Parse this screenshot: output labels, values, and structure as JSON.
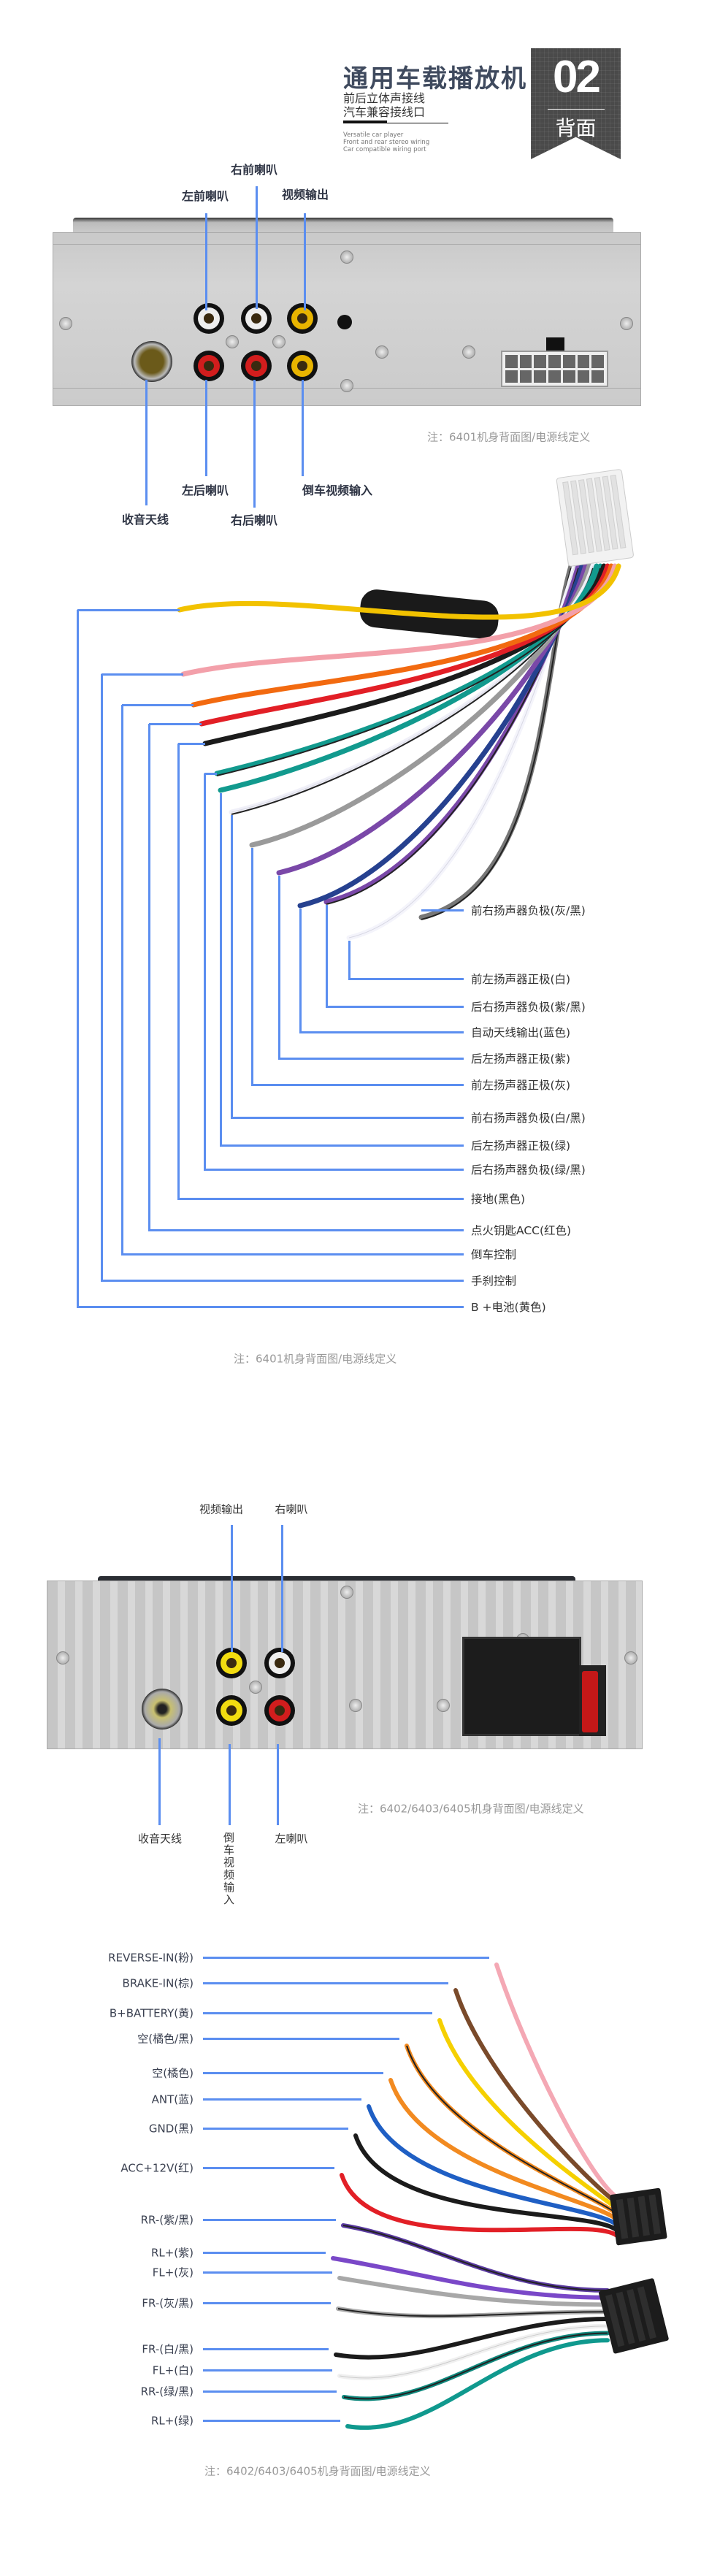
{
  "header": {
    "title": "通用车载播放机",
    "subtitle1": "前后立体声接线",
    "subtitle2": "汽车兼容接线口",
    "en1": "Versatile car player",
    "en2": "Front and rear stereo wiring",
    "en3": "Car compatible wiring port",
    "badge_number": "02",
    "badge_label": "背面"
  },
  "device1": {
    "labels": {
      "front_right": "右前喇叭",
      "front_left": "左前喇叭",
      "video_out": "视频输出",
      "rear_left": "左后喇叭",
      "rear_right": "右后喇叭",
      "antenna": "收音天线",
      "reverse_video": "倒车视频输入"
    },
    "note": "注：6401机身背面图/电源线定义"
  },
  "harness1": {
    "labels": [
      "前右扬声器负极(灰/黑)",
      "前左扬声器正极(白)",
      "后右扬声器负极(紫/黑)",
      "自动天线输出(蓝色)",
      "后左扬声器正极(紫)",
      "前左扬声器正极(灰)",
      "前右扬声器负极(白/黑)",
      "后左扬声器正极(绿)",
      "后右扬声器负极(绿/黑)",
      "接地(黑色)",
      "点火钥匙ACC(红色)",
      "倒车控制",
      "手刹控制",
      "B +电池(黄色)"
    ],
    "note": "注：6401机身背面图/电源线定义"
  },
  "device2": {
    "labels": {
      "video_out": "视频输出",
      "right_speaker": "右喇叭",
      "antenna": "收音天线",
      "reverse_video": "倒车视频输入",
      "left_speaker": "左喇叭"
    },
    "note": "注：6402/6403/6405机身背面图/电源线定义"
  },
  "harness2": {
    "labels": [
      "REVERSE-IN(粉)",
      "BRAKE-IN(棕)",
      "B+BATTERY(黄)",
      "空(橘色/黑)",
      "空(橘色)",
      "ANT(蓝)",
      "GND(黑)",
      "ACC+12V(红)",
      "RR-(紫/黑)",
      "RL+(紫)",
      "FL+(灰)",
      "FR-(灰/黑)",
      "FR-(白/黑)",
      "FL+(白)",
      "RR-(绿/黑)",
      "RL+(绿)"
    ],
    "note": "注：6402/6403/6405机身背面图/电源线定义"
  },
  "colors": {
    "accent_line": "#5b8ef0",
    "badge": "#4a4a4a",
    "title": "#3f4a5e"
  }
}
